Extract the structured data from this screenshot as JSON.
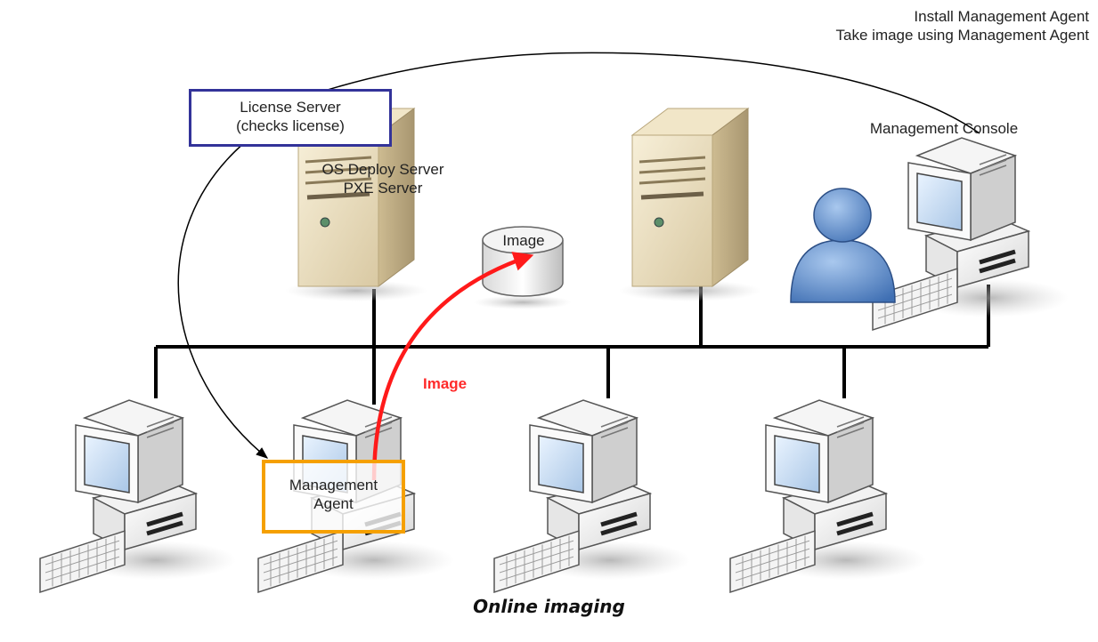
{
  "labels": {
    "install_line1": "Install Management Agent",
    "install_line2": "Take image using Management Agent",
    "license_line1": "License Server",
    "license_line2": "(checks license)",
    "osdeploy_line1": "OS Deploy Server",
    "osdeploy_line2": "PXE Server",
    "image_cylinder": "Image",
    "management_console": "Management Console",
    "image_arrow": "Image",
    "agent_line1": "Management",
    "agent_line2": "Agent"
  },
  "caption": "Online imaging",
  "colors": {
    "license_box": "#333399",
    "agent_box": "#f5a000",
    "image_arrow": "#ff1a1a",
    "network_line": "#000000"
  },
  "icons": [
    "server-icon",
    "database-cylinder-icon",
    "user-icon",
    "computer-icon",
    "keyboard-icon"
  ]
}
